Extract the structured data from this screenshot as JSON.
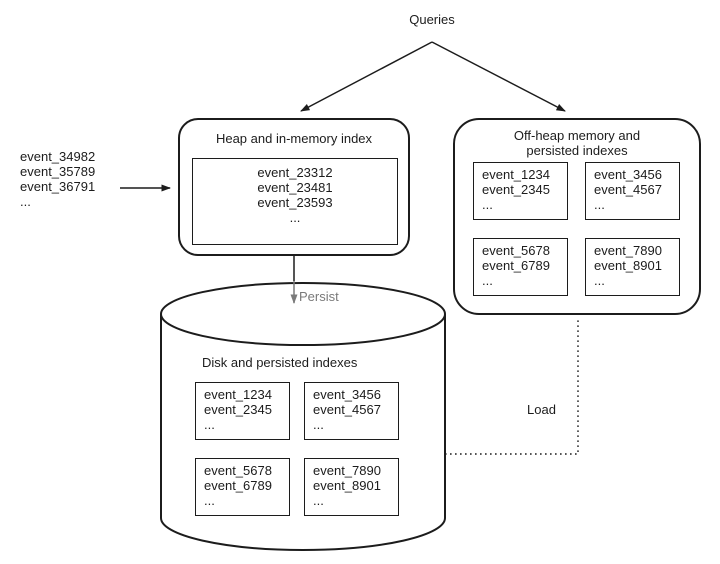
{
  "diagram": {
    "queries_label": "Queries",
    "persist_label": "Persist",
    "load_label": "Load",
    "input_stream": [
      "event_34982",
      "event_35789",
      "event_36791",
      "..."
    ],
    "heap": {
      "title": "Heap and in-memory index",
      "events": [
        "event_23312",
        "event_23481",
        "event_23593",
        "..."
      ]
    },
    "offheap": {
      "title_lines": [
        "Off-heap memory and",
        "persisted indexes"
      ],
      "segments": [
        [
          "event_1234",
          "event_2345",
          "..."
        ],
        [
          "event_3456",
          "event_4567",
          "..."
        ],
        [
          "event_5678",
          "event_6789",
          "..."
        ],
        [
          "event_7890",
          "event_8901",
          "..."
        ]
      ]
    },
    "disk": {
      "title": "Disk and persisted indexes",
      "segments": [
        [
          "event_1234",
          "event_2345",
          "..."
        ],
        [
          "event_3456",
          "event_4567",
          "..."
        ],
        [
          "event_5678",
          "event_6789",
          "..."
        ],
        [
          "event_7890",
          "event_8901",
          "..."
        ]
      ]
    },
    "colors": {
      "line": "#1c1c1c",
      "muted": "#7a7a7a",
      "background": "#ffffff"
    }
  }
}
